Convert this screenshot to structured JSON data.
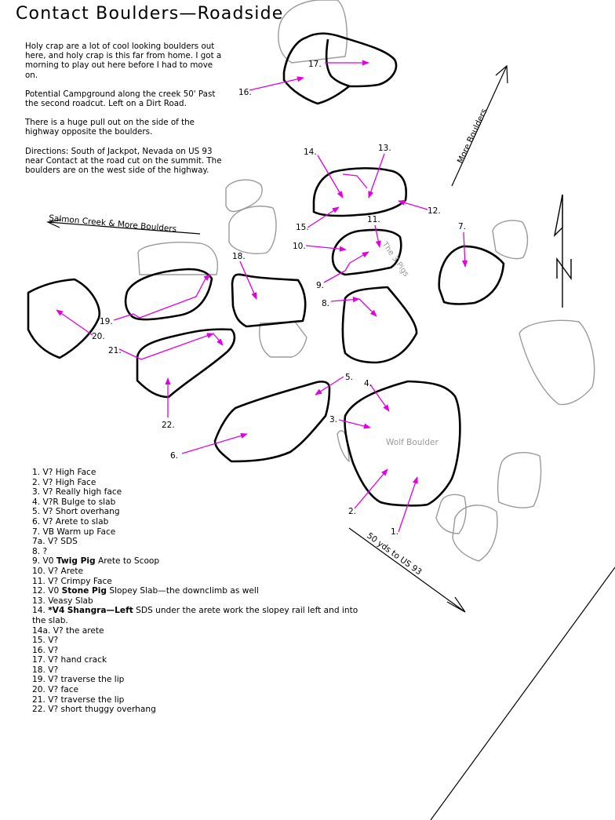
{
  "title": "Contact Boulders—Roadside",
  "intro": [
    "Holy crap are a lot of cool looking boulders out here, and holy crap is this far from home.  I got a morning to play out here before I had to move on.",
    "Potential Campground along the creek 50' Past the second roadcut.  Left on a Dirt Road.",
    "There is a huge pull out on the side of the highway opposite the boulders.",
    "Directions: South of Jackpot, Nevada on US 93 near Contact at the road cut on the summit.  The boulders are on the west side of the highway."
  ],
  "map_labels": {
    "salmon_creek": "Salmon Creek & More Boulders",
    "more_boulders": "More Boulders",
    "to_us93": "50 yds to US 93",
    "wolf_boulder": "Wolf Boulder",
    "three_pigs": "The 3 Pigs",
    "north": "N"
  },
  "problem_numbers": {
    "p1": "1.",
    "p2": "2.",
    "p3": "3.",
    "p4": "4.",
    "p5": "5.",
    "p6": "6.",
    "p7": "7.",
    "p8": "8.",
    "p9": "9.",
    "p10": "10.",
    "p11": "11.",
    "p12": "12.",
    "p13": "13.",
    "p14": "14.",
    "p15": "15.",
    "p16": "16.",
    "p17": "17.",
    "p18": "18.",
    "p19": "19.",
    "p20": "20.",
    "p21": "21.",
    "p22": "22."
  },
  "problems": [
    {
      "num": "1.",
      "grade": "V?",
      "name": "",
      "desc": "High Face"
    },
    {
      "num": "2.",
      "grade": "V?",
      "name": "",
      "desc": "High Face"
    },
    {
      "num": "3.",
      "grade": "V?",
      "name": "",
      "desc": "Really high face"
    },
    {
      "num": "4.",
      "grade": "V?R",
      "name": "",
      "desc": "Bulge to slab"
    },
    {
      "num": "5.",
      "grade": "V?",
      "name": "",
      "desc": "Short overhang"
    },
    {
      "num": "6.",
      "grade": "V?",
      "name": "",
      "desc": "Arete to slab"
    },
    {
      "num": "7.",
      "grade": "VB",
      "name": "",
      "desc": "Warm up Face"
    },
    {
      "num": "7a.",
      "grade": "V?",
      "name": "",
      "desc": "SDS"
    },
    {
      "num": "8.",
      "grade": "?",
      "name": "",
      "desc": ""
    },
    {
      "num": "9.",
      "grade": "V0",
      "name": "Twig Pig",
      "desc": "Arete to Scoop"
    },
    {
      "num": "10.",
      "grade": "V?",
      "name": "",
      "desc": "Arete"
    },
    {
      "num": "11.",
      "grade": "V?",
      "name": "",
      "desc": "Crimpy Face"
    },
    {
      "num": "12.",
      "grade": "V0",
      "name": "Stone Pig",
      "desc": "Slopey Slab—the downclimb as well"
    },
    {
      "num": "13.",
      "grade": "Veasy",
      "name": "",
      "desc": "Slab"
    },
    {
      "num": "14.",
      "grade": "*V4",
      "name": "Shangra—Left",
      "desc": "SDS under the arete work the slopey rail left and into the slab."
    },
    {
      "num": "14a.",
      "grade": "V?",
      "name": "",
      "desc": "the arete"
    },
    {
      "num": "15.",
      "grade": "V?",
      "name": "",
      "desc": ""
    },
    {
      "num": "16.",
      "grade": "V?",
      "name": "",
      "desc": ""
    },
    {
      "num": "17.",
      "grade": "V?",
      "name": "",
      "desc": "hand crack"
    },
    {
      "num": "18.",
      "grade": "V?",
      "name": "",
      "desc": ""
    },
    {
      "num": "19.",
      "grade": "V?",
      "name": "",
      "desc": "traverse the lip"
    },
    {
      "num": "20.",
      "grade": "V?",
      "name": "",
      "desc": "face"
    },
    {
      "num": "21.",
      "grade": "V?",
      "name": "",
      "desc": "traverse the lip"
    },
    {
      "num": "22.",
      "grade": "V?",
      "name": "",
      "desc": "short thuggy overhang"
    }
  ],
  "colors": {
    "boulder_outline": "#000000",
    "other_boulder": "#9a9a9a",
    "route_line": "#e000e0",
    "label_gray": "#9a9a9a"
  }
}
